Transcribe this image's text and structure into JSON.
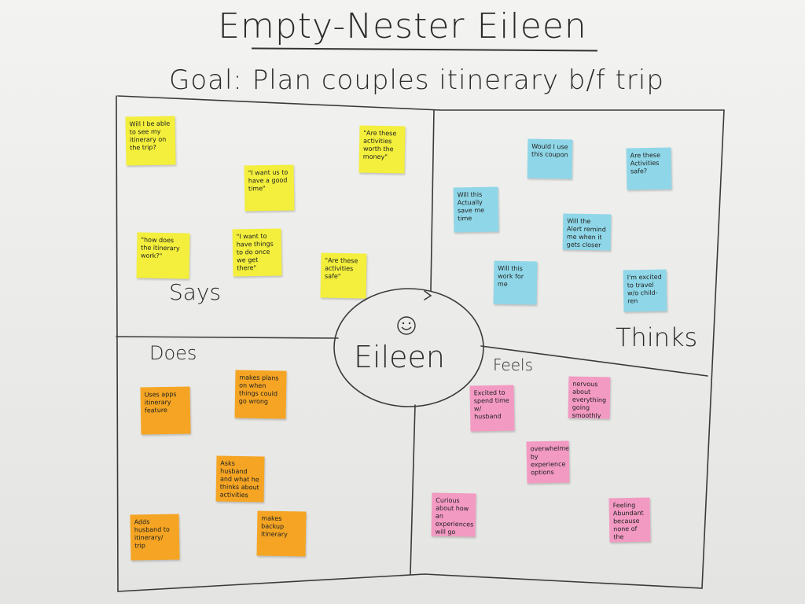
{
  "title": "Empty-Nester Eileen",
  "goal": "Goal: Plan couples itinerary b/f trip",
  "center": {
    "name": "Eileen"
  },
  "quadrants": {
    "says": {
      "label": "Says",
      "notes": [
        "Will I be able to see my itinerary on the trip?",
        "\"Are these activities worth the money\"",
        "\"I want us to have a good time\"",
        "\"how does the itinerary work?\"",
        "\"I want to have things to do once we get there\"",
        "\"Are these activities safe\""
      ]
    },
    "thinks": {
      "label": "Thinks",
      "notes": [
        "Would I use this coupon",
        "Are these Activities safe?",
        "Will this Actually save me time",
        "Will the Alert remind me when it gets closer to the trip",
        "Will this work for me",
        "I'm excited to travel w/o child-ren"
      ]
    },
    "does": {
      "label": "Does",
      "notes": [
        "Uses apps itinerary feature",
        "makes plans on when things could go wrong",
        "Asks husband and what he thinks about activities",
        "Adds husband to itinerary/ trip",
        "makes backup itinerary"
      ]
    },
    "feels": {
      "label": "Feels",
      "notes": [
        "Excited to spend time w/ husband",
        "nervous about everything going smoothly",
        "overwhelmed by experience options",
        "Curious about how an experiences will go",
        "Feeling Abundant because none of the Activities are known"
      ]
    }
  },
  "colors": {
    "says": "#f3ef3c",
    "thinks": "#8fd7e8",
    "does": "#f5a523",
    "feels": "#f39ac3",
    "marker": "#2a2a2a"
  }
}
